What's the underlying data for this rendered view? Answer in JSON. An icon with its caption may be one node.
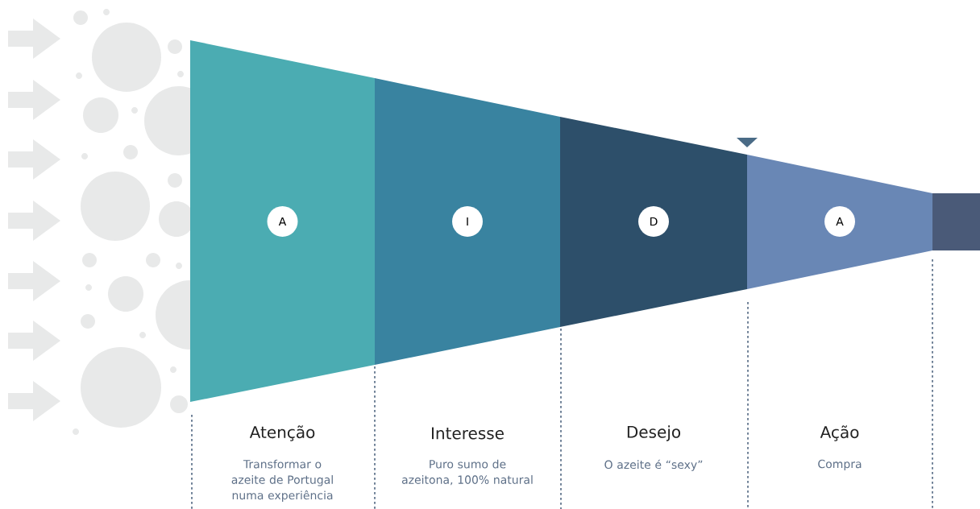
{
  "diagram": {
    "nodes": [
      {
        "text": [
          "A"
        ],
        "beside": [
          "Atenção",
          "Transformar o azeite de Portugal numa experiência"
        ]
      },
      {
        "text": [
          "I"
        ],
        "beside": [
          "Interesse",
          "Puro sumo de azeitona, 100% natural"
        ]
      },
      {
        "text": [
          "D"
        ],
        "beside": [
          "Desejo",
          "O azeite é “sexy”"
        ]
      },
      {
        "text": [
          "A"
        ],
        "beside": [
          "Ação",
          "Compra"
        ]
      },
      {
        "text": [],
        "shape": "box"
      }
    ]
  }
}
